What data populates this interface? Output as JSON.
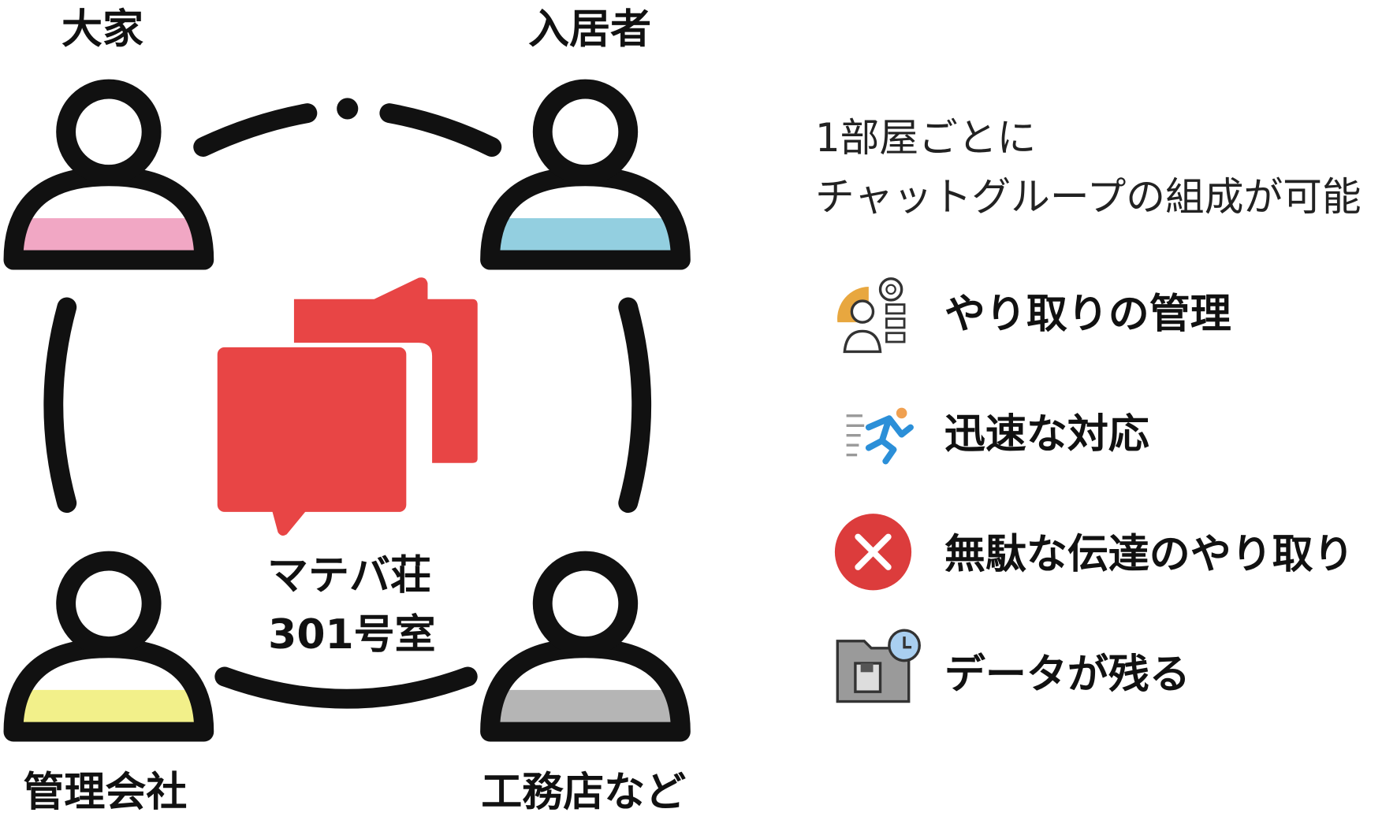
{
  "roles": {
    "landlord": "大家",
    "tenant": "入居者",
    "management": "管理会社",
    "contractor": "工務店など"
  },
  "room": {
    "line1": "マテバ荘",
    "line2": "301号室"
  },
  "intro": {
    "line1": "1部屋ごとに",
    "line2": "チャットグループの組成が可能"
  },
  "features": [
    {
      "label": "やり取りの管理",
      "icon": "management-gear-icon"
    },
    {
      "label": "迅速な対応",
      "icon": "running-person-icon"
    },
    {
      "label": "無駄な伝達のやり取り",
      "icon": "red-x-circle-icon"
    },
    {
      "label": "データが残る",
      "icon": "folder-save-clock-icon"
    }
  ],
  "colors": {
    "landlord": "#f1a7c4",
    "tenant": "#93cfe0",
    "management": "#f2f08a",
    "contractor": "#b5b5b5",
    "chat": "#e84545"
  }
}
